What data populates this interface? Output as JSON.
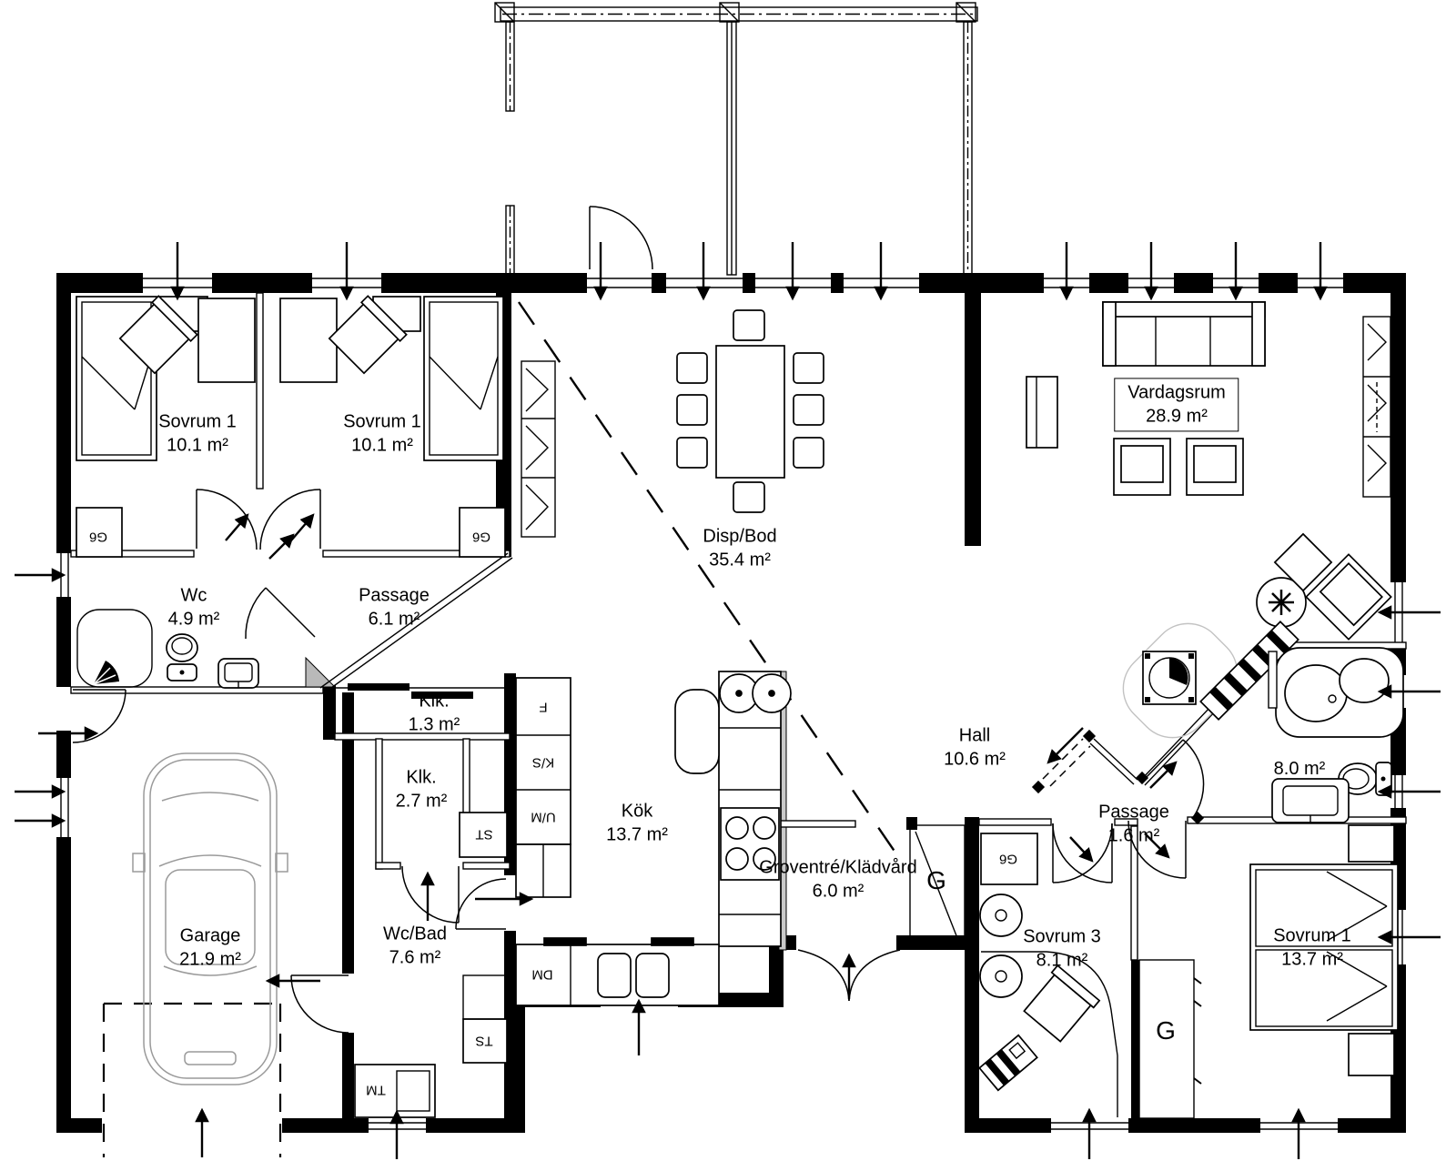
{
  "rooms": [
    {
      "id": "sovrum1a",
      "name": "Sovrum 1",
      "area": "10.1 m²"
    },
    {
      "id": "sovrum1b",
      "name": "Sovrum 1",
      "area": "10.1 m²"
    },
    {
      "id": "vardagsrum",
      "name": "Vardagsrum",
      "area": "28.9 m²"
    },
    {
      "id": "dispbod",
      "name": "Disp/Bod",
      "area": "35.4 m²"
    },
    {
      "id": "wc",
      "name": "Wc",
      "area": "4.9 m²"
    },
    {
      "id": "passage61",
      "name": "Passage",
      "area": "6.1 m²"
    },
    {
      "id": "klk13",
      "name": "Klk.",
      "area": "1.3 m²"
    },
    {
      "id": "klk27",
      "name": "Klk.",
      "area": "2.7 m²"
    },
    {
      "id": "wcbad",
      "name": "Wc/Bad",
      "area": "7.6 m²"
    },
    {
      "id": "garage",
      "name": "Garage",
      "area": "21.9 m²"
    },
    {
      "id": "kok",
      "name": "Kök",
      "area": "13.7 m²"
    },
    {
      "id": "groventre",
      "name": "Groventré/Klädvård",
      "area": "6.0 m²"
    },
    {
      "id": "hall",
      "name": "Hall",
      "area": "10.6 m²"
    },
    {
      "id": "passage16",
      "name": "Passage",
      "area": "1.6 m²"
    },
    {
      "id": "bad8",
      "name": "",
      "area": "8.0 m²"
    },
    {
      "id": "sovrum3",
      "name": "Sovrum 3",
      "area": "8.1 m²"
    },
    {
      "id": "sovrum1c",
      "name": "Sovrum 1",
      "area": "13.7 m²"
    }
  ],
  "fixtures": {
    "g6": "G6",
    "g": "G",
    "f": "F",
    "ks": "K/S",
    "um": "U/M",
    "st": "ST",
    "dm": "DM",
    "ts": "TS",
    "tm": "TM"
  }
}
